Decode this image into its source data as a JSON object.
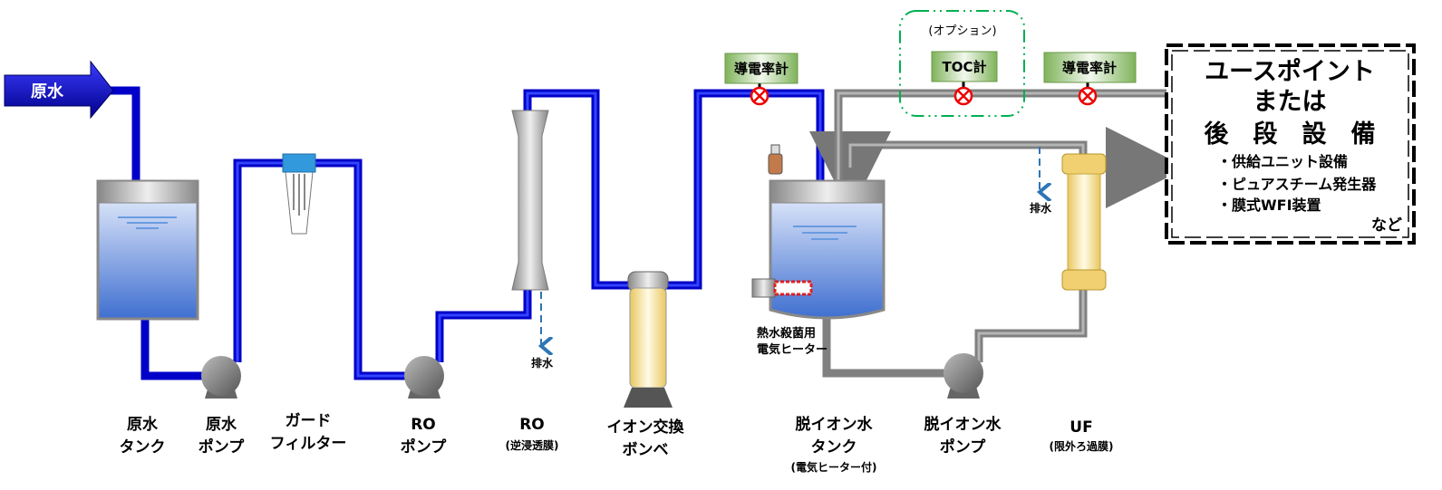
{
  "source_arrow": {
    "label": "原水"
  },
  "meters": {
    "conductivity_1": "導電率計",
    "toc": "TOC計",
    "conductivity_2": "導電率計",
    "option_label": "(オプション)"
  },
  "drains": {
    "ro_drain": "排水",
    "loop_drain": "排水"
  },
  "heater_label": [
    "熱水殺菌用",
    "電気ヒーター"
  ],
  "use_point": {
    "title_lines": [
      "ユースポイント",
      "または",
      "後　段　設　備"
    ],
    "items": [
      "・供給ユニット設備",
      "・ピュアスチーム発生器",
      "・膜式WFI装置"
    ],
    "footer": "など"
  },
  "components": [
    {
      "line1": "原水",
      "line2": "タンク"
    },
    {
      "line1": "原水",
      "line2": "ポンプ"
    },
    {
      "line1": "ガード",
      "line2": "フィルター"
    },
    {
      "line1": "RO",
      "line2": "ポンプ"
    },
    {
      "line1": "RO",
      "sub": "(逆浸透膜)"
    },
    {
      "line1": "イオン交換",
      "line2": "ボンベ"
    },
    {
      "line1": "脱イオン水",
      "line2": "タンク",
      "sub": "(電気ヒーター付)"
    },
    {
      "line1": "脱イオン水",
      "line2": "ポンプ"
    },
    {
      "line1": "UF",
      "sub": "(限外ろ過膜)"
    }
  ],
  "colors": {
    "pipe_raw": "#0000c8",
    "pipe_pure": "#808080",
    "meter_green": "#8dbf6a",
    "option_border": "#00b050",
    "drain": "#2e75b6"
  }
}
